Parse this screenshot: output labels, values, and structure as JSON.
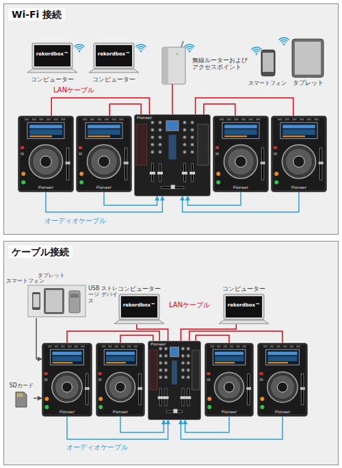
{
  "diagram": {
    "nodes": [
      {
        "text": [
          "Wi-Fi 接続"
        ]
      },
      {
        "text": [
          "rekordbox™",
          "コンピューター"
        ],
        "in": 0
      },
      {
        "text": [
          "rekordbox™",
          "コンピューター"
        ],
        "in": 0
      },
      {
        "text": [
          "無線ルーターおよび アクセスポイント"
        ],
        "in": 0
      },
      {
        "text": [
          "スマートフォン"
        ],
        "in": 0
      },
      {
        "text": [
          "タブレット"
        ],
        "in": 0
      },
      {
        "text": [
          "Pioneer"
        ],
        "in": 0
      },
      {
        "text": [
          "Pioneer"
        ],
        "in": 0
      },
      {
        "text": [
          "Pioneer"
        ],
        "in": 0
      },
      {
        "text": [
          "Pioneer"
        ],
        "in": 0
      },
      {
        "text": [
          "Pioneer"
        ],
        "in": 0
      },
      {
        "text": [
          "ケーブル接続"
        ]
      },
      {
        "text": [
          "スマートフォン",
          "タブレット",
          "USB ストレージ デバイス"
        ],
        "in": 11
      },
      {
        "text": [
          "コンピューター",
          "rekordbox™"
        ],
        "in": 11
      },
      {
        "text": [
          "コンピューター",
          "rekordbox™"
        ],
        "in": 11
      },
      {
        "text": [
          "Pioneer"
        ],
        "in": 11
      },
      {
        "text": [
          "Pioneer"
        ],
        "in": 11
      },
      {
        "text": [
          "Pioneer"
        ],
        "in": 11
      },
      {
        "text": [
          "Pioneer"
        ],
        "in": 11
      },
      {
        "text": [
          "Pioneer"
        ],
        "in": 11
      },
      {
        "text": [
          "SDカード"
        ],
        "in": 11
      }
    ],
    "edges": [
      {
        "from": 6,
        "to": 8,
        "arrow": "none"
      },
      {
        "from": 7,
        "to": 8,
        "arrow": "none"
      },
      {
        "from": 3,
        "to": 8,
        "arrow": "none"
      },
      {
        "from": 9,
        "to": 8,
        "arrow": "none"
      },
      {
        "from": 10,
        "to": 8,
        "arrow": "none"
      },
      {
        "from": 6,
        "to": 8,
        "arrow": "to"
      },
      {
        "from": 7,
        "to": 8,
        "arrow": "to"
      },
      {
        "from": 9,
        "to": 8,
        "arrow": "to"
      },
      {
        "from": 10,
        "to": 8,
        "arrow": "to"
      },
      {
        "from": 12,
        "to": 15,
        "arrow": "to"
      },
      {
        "from": 20,
        "to": 15,
        "arrow": "to"
      },
      {
        "from": 15,
        "to": 17,
        "arrow": "none"
      },
      {
        "from": 16,
        "to": 17,
        "arrow": "none"
      },
      {
        "from": 13,
        "to": 17,
        "arrow": "none"
      },
      {
        "from": 14,
        "to": 17,
        "arrow": "none"
      },
      {
        "from": 18,
        "to": 17,
        "arrow": "none"
      },
      {
        "from": 19,
        "to": 17,
        "arrow": "none"
      },
      {
        "from": 15,
        "to": 17,
        "arrow": "to"
      },
      {
        "from": 16,
        "to": 17,
        "arrow": "to"
      },
      {
        "from": 18,
        "to": 17,
        "arrow": "to"
      },
      {
        "from": 19,
        "to": 17,
        "arrow": "to"
      }
    ],
    "labels": [
      "LANケーブル",
      "オーディオケーブル",
      "LANケーブル",
      "オーディオケーブル"
    ]
  }
}
